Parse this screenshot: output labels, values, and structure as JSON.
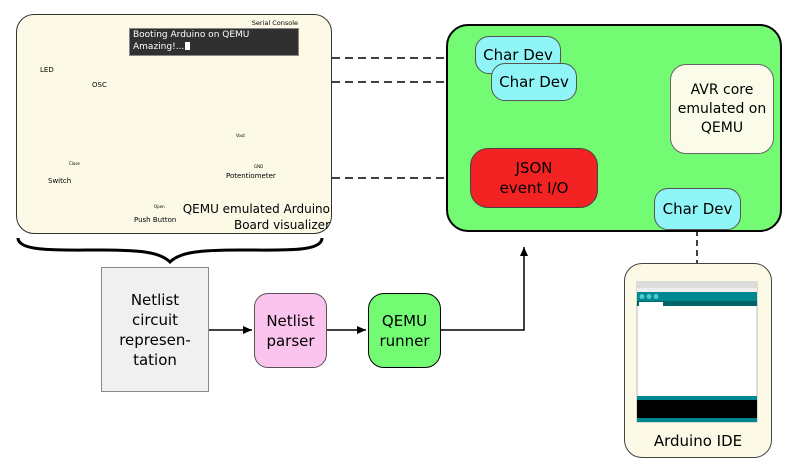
{
  "visualizer": {
    "caption_line1": "QEMU emulated Arduino",
    "caption_line2": "Board visualizer",
    "serial_console_title": "Serial Console",
    "console_line1": "Booting Arduino on QEMU",
    "console_line2": "Amazing!...",
    "components": {
      "led": "LED",
      "osc": "OSC",
      "switch": "Switch",
      "push_button": "Push Button",
      "potentiometer": "Potentiometer",
      "close": "Close",
      "open": "Open",
      "vout": "Vout",
      "gnd": "GND"
    },
    "colors": {
      "board": "#1a6fb5",
      "panel": "#fdf9e7"
    }
  },
  "pipeline": {
    "netlist_line1": "Netlist",
    "netlist_line2": "circuit",
    "netlist_line3": "represen-",
    "netlist_line4": "tation",
    "parser_line1": "Netlist",
    "parser_line2": "parser",
    "runner_line1": "QEMU",
    "runner_line2": "runner"
  },
  "qemu": {
    "chardev_1": "Char Dev",
    "chardev_2": "Char Dev",
    "chardev_3": "Char Dev",
    "json_line1": "JSON",
    "json_line2": "event I/O",
    "avr_line1": "AVR core",
    "avr_line2": "emulated on",
    "avr_line3": "QEMU",
    "colors": {
      "container": "#74fb74",
      "chardev": "#8ff5f7",
      "json": "#f42323",
      "parser": "#fbc4ee"
    }
  },
  "ide": {
    "label": "Arduino IDE",
    "colors": {
      "teal": "#00878f",
      "console": "#000000"
    }
  }
}
